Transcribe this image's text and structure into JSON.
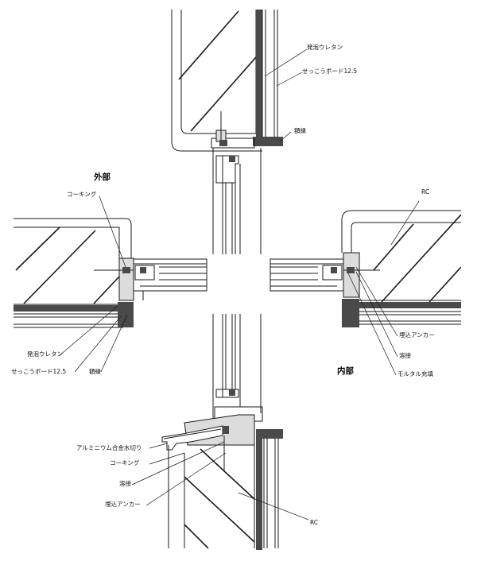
{
  "zones": {
    "exterior": "外部",
    "interior": "内部"
  },
  "labels": {
    "top_urethane": "発泡ウレタン",
    "top_board": "せっこうボード12.5",
    "top_frame": "額縁",
    "left_caulking": "コーキング",
    "left_urethane": "発泡ウレタン",
    "left_board": "せっこうボード12.5",
    "left_frame": "額縁",
    "right_rc": "RC",
    "right_anchor": "埋込アンカー",
    "right_weld": "溶接",
    "right_mortar": "モルタル充填",
    "bottom_flashing": "アルミニウム合金水切り",
    "bottom_caulking": "コーキング",
    "bottom_weld": "溶接",
    "bottom_anchor": "埋込アンカー",
    "bottom_rc": "RC"
  },
  "colors": {
    "line": "#1a1a1a",
    "hatch": "#333333",
    "fill_dark": "#4a4a4a",
    "fill_mortar": "#dcdcdc",
    "paper": "#ffffff"
  }
}
